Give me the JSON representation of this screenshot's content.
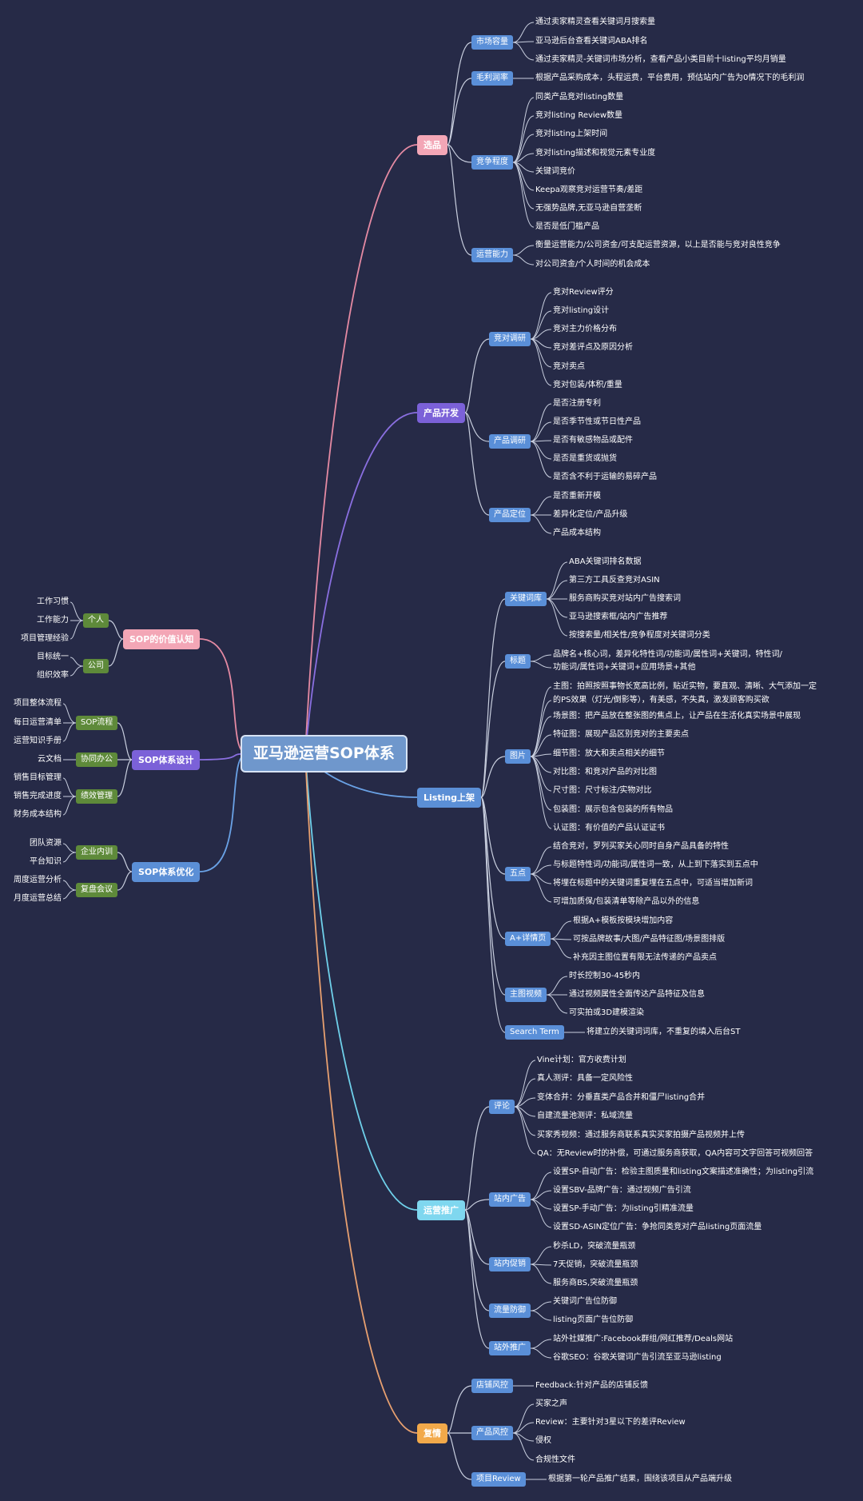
{
  "root": "亚马逊运营SOP体系",
  "colors": {
    "background": "#262a47",
    "pink": "#f3a6b6",
    "purple": "#7b61d8",
    "blue": "#5b8fd6",
    "cyan": "#7fd7ef",
    "orange": "#f2a94a",
    "green": "#5e8a3a",
    "line_pink": "#e58aa3",
    "line_purple": "#8a6fe0",
    "line_blue": "#6aa2e6",
    "line_cyan": "#6fd0ea",
    "line_orange": "#e8a070",
    "line_light": "#c9cfdf"
  },
  "branches": {
    "xuanpin": {
      "label": "选品",
      "children": [
        {
          "label": "市场容量",
          "leaves": [
            "通过卖家精灵查看关键词月搜索量",
            "亚马逊后台查看关键词ABA排名",
            "通过卖家精灵-关键词市场分析，查看产品小类目前十listing平均月销量"
          ]
        },
        {
          "label": "毛利润率",
          "leaves": [
            "根据产品采购成本，头程运费，平台费用，预估站内广告为0情况下的毛利润"
          ]
        },
        {
          "label": "竞争程度",
          "leaves": [
            "同类产品竞对listing数量",
            "竞对listing Review数量",
            "竞对listing上架时间",
            "竞对listing描述和视觉元素专业度",
            "关键词竞价",
            "Keepa观察竞对运营节奏/差距",
            "无强势品牌,无亚马逊自营垄断",
            "是否是低门槛产品"
          ]
        },
        {
          "label": "运营能力",
          "leaves": [
            "衡量运营能力/公司资金/可支配运营资源，以上是否能与竞对良性竞争",
            "对公司资金/个人时间的机会成本"
          ]
        }
      ]
    },
    "kaifa": {
      "label": "产品开发",
      "children": [
        {
          "label": "竞对调研",
          "leaves": [
            "竞对Review评分",
            "竞对listing设计",
            "竞对主力价格分布",
            "竞对差评点及原因分析",
            "竞对卖点",
            "竞对包装/体积/重量"
          ]
        },
        {
          "label": "产品调研",
          "leaves": [
            "是否注册专利",
            "是否季节性或节日性产品",
            "是否有敏感物品或配件",
            "是否是重货或抛货",
            "是否含不利于运输的易碎产品"
          ]
        },
        {
          "label": "产品定位",
          "leaves": [
            "是否重新开模",
            "差异化定位/产品升级",
            "产品成本结构"
          ]
        }
      ]
    },
    "listing": {
      "label": "Listing上架",
      "children": [
        {
          "label": "关键词库",
          "leaves": [
            "ABA关键词排名数据",
            "第三方工具反查竞对ASIN",
            "服务商购买竞对站内广告搜索词",
            "亚马逊搜索框/站内广告推荐",
            "按搜索量/相关性/竞争程度对关键词分类"
          ]
        },
        {
          "label": "标题",
          "leaves": [
            "品牌名+核心词，差异化特性词/功能词/属性词+关键词，特性词/",
            "功能词/属性词+关键词+应用场景+其他"
          ]
        },
        {
          "label": "图片",
          "leaves": [
            "主图：拍照按照事物长宽高比例，贴近实物，要直观、清晰、大气添加一定",
            "的PS效果（灯光/倒影等），有美感，不失真，激发顾客购买欲",
            "场景图：把产品放在整张图的焦点上，让产品在生活化真实场景中展现",
            "特征图：展现产品区别竞对的主要卖点",
            "细节图：放大和卖点相关的细节",
            "对比图：和竞对产品的对比图",
            "尺寸图：尺寸标注/实物对比",
            "包装图：展示包含包装的所有物品",
            "认证图：有价值的产品认证证书"
          ]
        },
        {
          "label": "五点",
          "leaves": [
            "结合竞对，罗列买家关心同时自身产品具备的特性",
            "与标题特性词/功能词/属性词一致，从上到下落实到五点中",
            "将埋在标题中的关键词重复埋在五点中，可适当增加新词",
            "可增加质保/包装清单等除产品以外的信息"
          ]
        },
        {
          "label": "A+详情页",
          "leaves": [
            "根据A+模板按模块增加内容",
            "可按品牌故事/大图/产品特征图/场景图排版",
            "补充因主图位置有限无法传递的产品卖点"
          ]
        },
        {
          "label": "主图视频",
          "leaves": [
            "时长控制30-45秒内",
            "通过视频属性全面传达产品特征及信息",
            "可实拍或3D建模渲染"
          ]
        },
        {
          "label": "Search Term",
          "leaves": [
            "将建立的关键词词库，不重复的填入后台ST"
          ]
        }
      ]
    },
    "tuiguang": {
      "label": "运营推广",
      "children": [
        {
          "label": "评论",
          "leaves": [
            "Vine计划：官方收费计划",
            "真人测评：具备一定风险性",
            "变体合并：分垂直类产品合并和僵尸listing合并",
            "自建流量池测评：私域流量",
            "买家秀视频：通过服务商联系真实买家拍摄产品视频并上传",
            "QA：无Review时的补偿，可通过服务商获取，QA内容可文字回答可视频回答"
          ]
        },
        {
          "label": "站内广告",
          "leaves": [
            "设置SP-自动广告：检验主图质量和listing文案描述准确性；为listing引流",
            "设置SBV-品牌广告：通过视频广告引流",
            "设置SP-手动广告：为listing引精准流量",
            "设置SD-ASIN定位广告：争抢同类竞对产品listing页面流量"
          ]
        },
        {
          "label": "站内促销",
          "leaves": [
            "秒杀LD，突破流量瓶颈",
            "7天促销，突破流量瓶颈",
            "服务商BS,突破流量瓶颈"
          ]
        },
        {
          "label": "流量防御",
          "leaves": [
            "关键词广告位防御",
            "listing页面广告位防御"
          ]
        },
        {
          "label": "站外推广",
          "leaves": [
            "站外社媒推广:Facebook群组/网红推荐/Deals网站",
            "谷歌SEO：谷歌关键词广告引流至亚马逊listing"
          ]
        }
      ]
    },
    "fuqing": {
      "label": "复情",
      "children": [
        {
          "label": "店铺风控",
          "leaves": [
            "Feedback:针对产品的店铺反馈"
          ]
        },
        {
          "label": "产品风控",
          "leaves": [
            "买家之声",
            "Review：主要针对3星以下的差评Review",
            "侵权",
            "合规性文件"
          ]
        },
        {
          "label": "项目Review",
          "leaves": [
            "根据第一轮产品推广结果，围绕该项目从产品端升级"
          ]
        }
      ]
    },
    "renzhi": {
      "label": "SOP的价值认知",
      "children": [
        {
          "label": "个人",
          "leaves": [
            "工作习惯",
            "工作能力",
            "项目管理经验"
          ]
        },
        {
          "label": "公司",
          "leaves": [
            "目标统一",
            "组织效率"
          ]
        }
      ]
    },
    "sheji": {
      "label": "SOP体系设计",
      "children": [
        {
          "label": "SOP流程",
          "leaves": [
            "项目整体流程",
            "每日运营清单",
            "运营知识手册"
          ]
        },
        {
          "label": "协同办公",
          "leaves": [
            "云文档"
          ]
        },
        {
          "label": "绩效管理",
          "leaves": [
            "销售目标管理",
            "销售完成进度",
            "财务成本结构"
          ]
        }
      ]
    },
    "youhua": {
      "label": "SOP体系优化",
      "children": [
        {
          "label": "企业内训",
          "leaves": [
            "团队资源",
            "平台知识"
          ]
        },
        {
          "label": "复盘会议",
          "leaves": [
            "周度运营分析",
            "月度运营总结"
          ]
        }
      ]
    }
  }
}
